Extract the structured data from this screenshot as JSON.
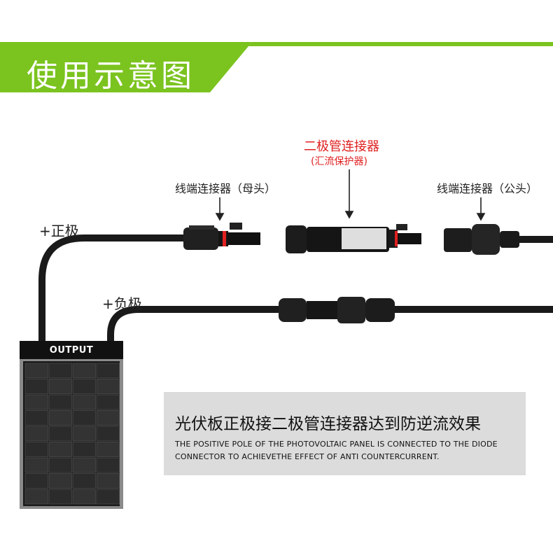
{
  "header": {
    "title": "使用示意图"
  },
  "labels": {
    "diode_connector": "二极管连接器",
    "diode_connector_sub": "(汇流保护器)",
    "female_connector": "线端连接器（母头）",
    "male_connector": "线端连接器（公头）",
    "positive": "+正极",
    "negative": "+负极"
  },
  "panel": {
    "output_label": "OUTPUT"
  },
  "info": {
    "cn": "光伏板正极接二极管连接器达到防逆流效果",
    "en_line1": "THE POSITIVE POLE OF THE PHOTOVOLTAIC PANEL IS CONNECTED TO THE DIODE",
    "en_line2": "CONNECTOR TO ACHIEVETHE EFFECT OF ANTI COUNTERCURRENT."
  },
  "colors": {
    "brand_green": "#7bc31f",
    "accent_red": "#e02020",
    "cable": "#1a1a1a",
    "panel_frame": "#8a8a8a"
  },
  "icons": [
    "down-arrow-icon",
    "connector-icon",
    "solar-panel-icon"
  ]
}
